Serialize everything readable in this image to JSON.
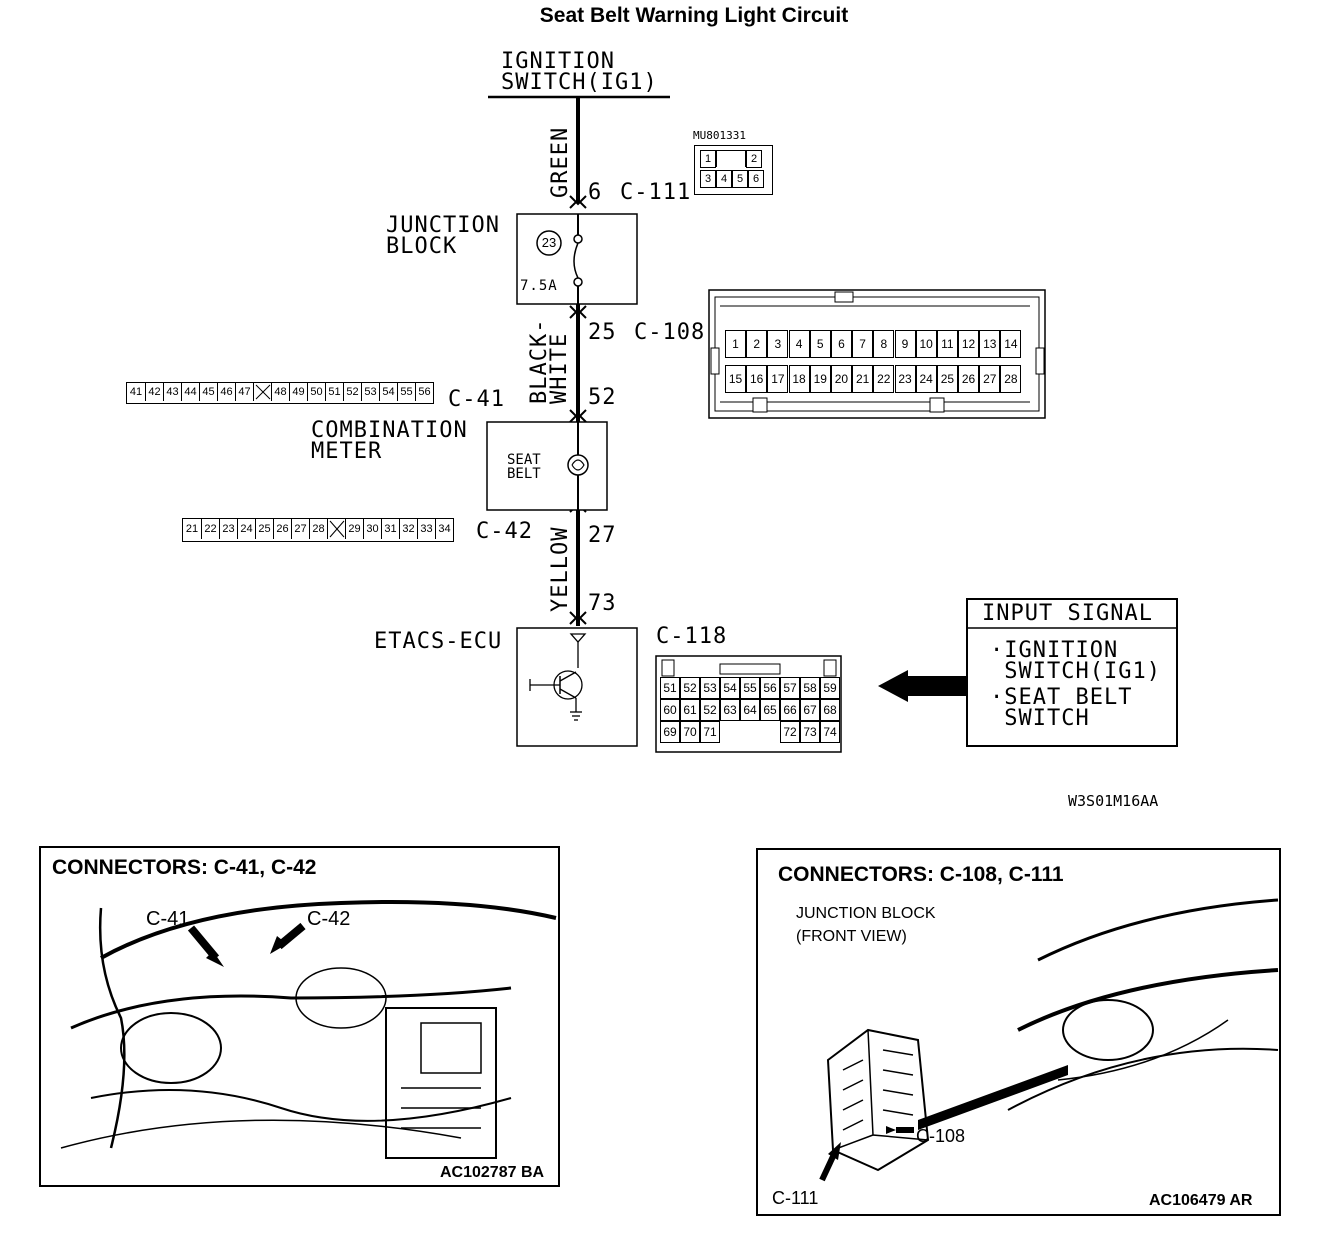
{
  "title": "Seat Belt Warning Light Circuit",
  "ignition_switch": [
    "IGNITION",
    "SWITCH(IG1)"
  ],
  "wires": {
    "green": "GREEN",
    "black_white": "BLACK-\nWHITE",
    "yellow": "YELLOW"
  },
  "pins": {
    "p6": "6",
    "p25": "25",
    "p52": "52",
    "p27": "27",
    "p73": "73"
  },
  "connectors": {
    "c111": "C-111",
    "c108": "C-108",
    "c41": "C-41",
    "c42": "C-42",
    "c118": "C-118",
    "mu_code": "MU801331"
  },
  "junction_block": {
    "label": [
      "JUNCTION",
      "BLOCK"
    ],
    "fuse_no": "23",
    "fuse_rating": "7.5A"
  },
  "combination_meter": {
    "label": [
      "COMBINATION",
      "METER"
    ],
    "lamp": [
      "SEAT",
      "BELT"
    ]
  },
  "etacs": "ETACS-ECU",
  "input_signal": {
    "title": "INPUT SIGNAL",
    "items": [
      "·IGNITION",
      " SWITCH(IG1)",
      "·SEAT BELT",
      " SWITCH"
    ]
  },
  "diagram_code": "W3S01M16AA",
  "mu_pins": {
    "top": [
      "1",
      "",
      "2"
    ],
    "bottom": [
      "3",
      "4",
      "5",
      "6"
    ]
  },
  "c108_pins": {
    "top": [
      "1",
      "2",
      "3",
      "4",
      "5",
      "6",
      "7",
      "8",
      "9",
      "10",
      "11",
      "12",
      "13",
      "14"
    ],
    "bottom": [
      "15",
      "16",
      "17",
      "18",
      "19",
      "20",
      "21",
      "22",
      "23",
      "24",
      "25",
      "26",
      "27",
      "28"
    ]
  },
  "c41_pins": [
    "41",
    "42",
    "43",
    "44",
    "45",
    "46",
    "47",
    "",
    "48",
    "49",
    "50",
    "51",
    "52",
    "53",
    "54",
    "55",
    "56"
  ],
  "c42_pins": [
    "21",
    "22",
    "23",
    "24",
    "25",
    "26",
    "27",
    "28",
    "",
    "29",
    "30",
    "31",
    "32",
    "33",
    "34"
  ],
  "c118_pins": [
    [
      "51",
      "52",
      "53",
      "54",
      "55",
      "56",
      "57",
      "58",
      "59"
    ],
    [
      "60",
      "61",
      "52",
      "63",
      "64",
      "65",
      "66",
      "67",
      "68"
    ],
    [
      "69",
      "70",
      "71",
      "",
      "",
      "",
      "72",
      "73",
      "74"
    ]
  ],
  "panel_left": {
    "title": "CONNECTORS: C-41, C-42",
    "label_a": "C-41",
    "label_b": "C-42",
    "code": "AC102787 BA"
  },
  "panel_right": {
    "title": "CONNECTORS: C-108, C-111",
    "note": [
      "JUNCTION BLOCK",
      "(FRONT VIEW)"
    ],
    "label_a": "C-108",
    "label_b": "C-111",
    "code": "AC106479 AR"
  }
}
